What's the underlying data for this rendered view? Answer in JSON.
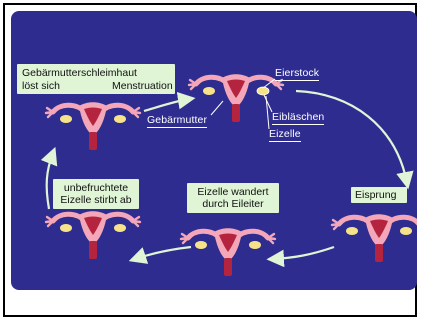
{
  "boxes": {
    "menstruation_line1": "Gebärmutterschleimhaut",
    "menstruation_line2": "löst sich",
    "menstruation_line2b": "Menstruation",
    "dies_line1": "unbefruchtete",
    "dies_line2": "Eizelle stirbt ab",
    "wanders_line1": "Eizelle wandert",
    "wanders_line2": "durch Eileiter"
  },
  "labels": {
    "eierstock": "Eierstock",
    "gebaermutter": "Gebärmutter",
    "eiblaeschen": "Eibläschen",
    "eizelle": "Eizelle",
    "eisprung": "Eisprung"
  },
  "colors": {
    "background": "#2e2d8f",
    "uterus": "#f3a7b8",
    "uterus_dark": "#b5243e",
    "ovary": "#f6e389",
    "box": "#dff5d6",
    "arrow": "#dff5d6"
  }
}
